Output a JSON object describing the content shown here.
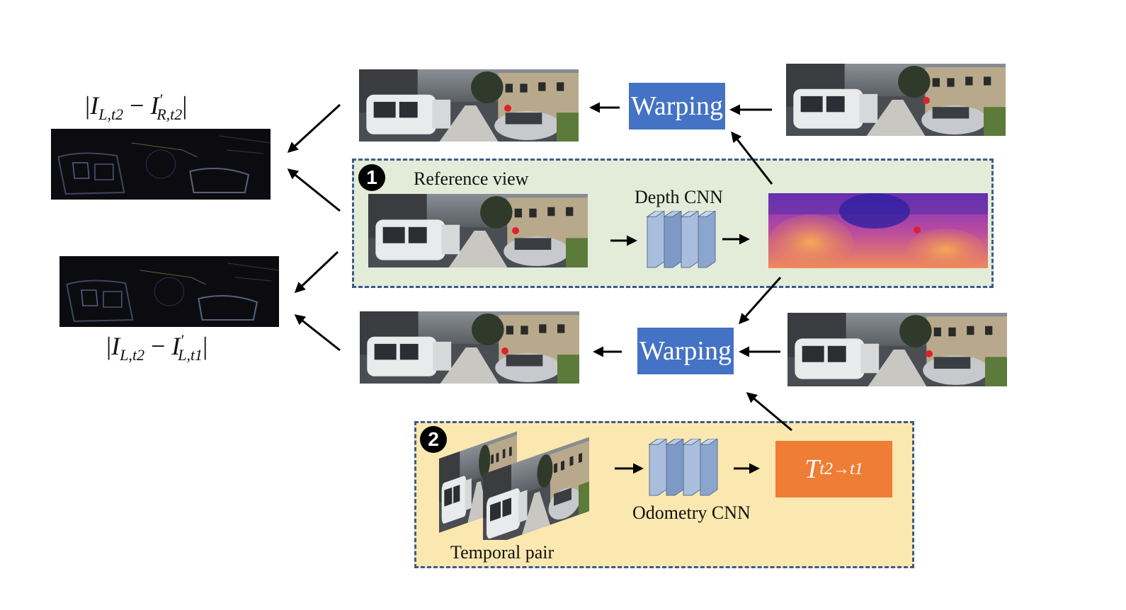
{
  "formula_top": {
    "main": "I",
    "sub1": "L,t2",
    "op": " − ",
    "prime_main": "I",
    "prime": "′",
    "sub2": "R,t2"
  },
  "formula_bottom": {
    "main": "I",
    "sub1": "L,t2",
    "op": " − ",
    "prime_main": "I",
    "prime": "′",
    "sub2": "L,t1"
  },
  "section1": {
    "badge": "1",
    "reference_label": "Reference view",
    "cnn_label": "Depth CNN"
  },
  "section2": {
    "badge": "2",
    "pair_label": "Temporal pair",
    "cnn_label": "Odometry CNN",
    "transform": {
      "main": "T",
      "sub": "t2→t1"
    }
  },
  "warping_top": "Warping",
  "warping_bottom": "Warping",
  "colors": {
    "warping": "#4472c4",
    "transform": "#ef7d35",
    "section1_bg": "#e3ecd9",
    "section2_bg": "#fbe8b0",
    "dash_border": "#3b5c8c",
    "cnn_block": "#8aa6cf",
    "marker": "#e0202a"
  }
}
